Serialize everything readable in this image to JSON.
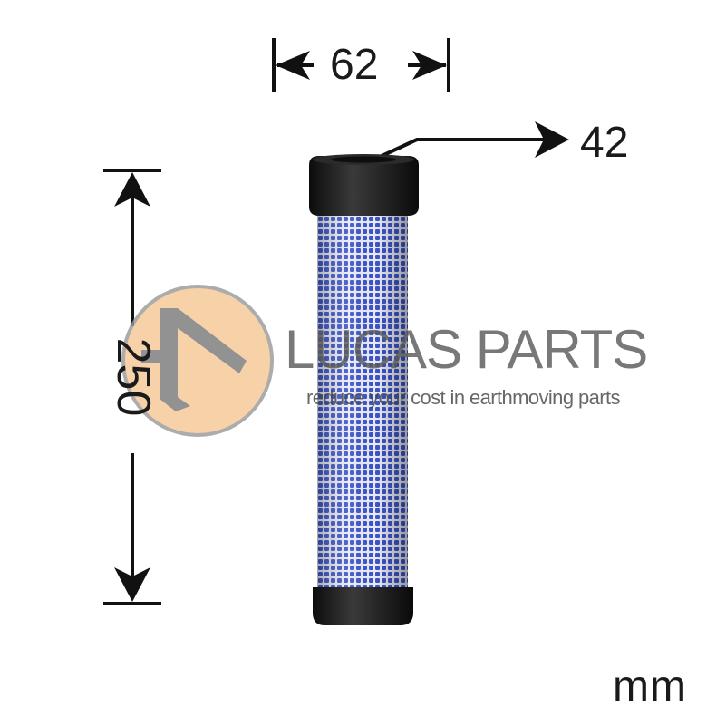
{
  "dimensions": {
    "width": "62",
    "inner_diameter": "42",
    "height": "250",
    "unit": "mm"
  },
  "watermark": {
    "brand": "LUCAS PARTS",
    "tagline": "reduce your cost in earthmoving parts"
  },
  "colors": {
    "filter_media": "#3d55c9",
    "end_cap": "#1c1c1c",
    "logo_circle": "#f6c896",
    "dimension_lines": "#111111"
  }
}
